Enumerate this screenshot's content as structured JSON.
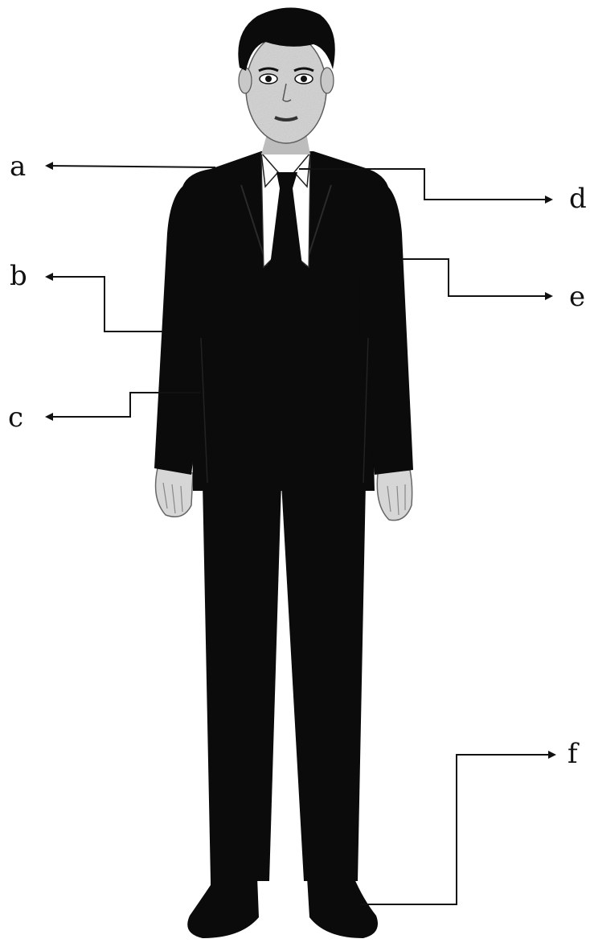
{
  "labels": {
    "a": "a",
    "b": "b",
    "c": "c",
    "d": "d",
    "e": "e",
    "f": "f"
  },
  "colors": {
    "suit": "#0b0b0b",
    "line": "#111111",
    "skin": "#d6d6d6",
    "shirt": "#ffffff"
  }
}
